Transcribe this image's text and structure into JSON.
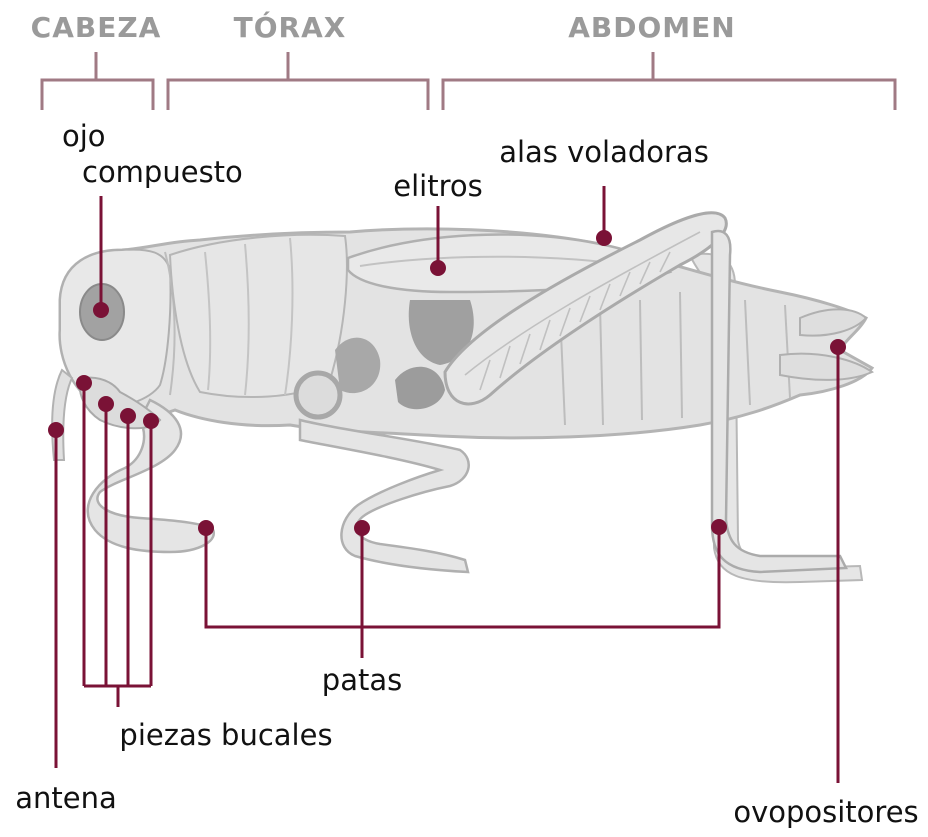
{
  "colors": {
    "accent": "#7a1236",
    "bracket": "#a07a84",
    "section_text": "#9a9a9a",
    "body_fill": "#e3e3e3",
    "body_stroke": "#b4b4b4",
    "dark_fill": "#9c9c9c",
    "label_text": "#111111"
  },
  "sections": [
    {
      "id": "cabeza",
      "label": "CABEZA"
    },
    {
      "id": "torax",
      "label": "TÓRAX"
    },
    {
      "id": "abdomen",
      "label": "ABDOMEN"
    }
  ],
  "labels": {
    "ojo_line1": "ojo",
    "ojo_line2": "compuesto",
    "alas": "alas voladoras",
    "elitros": "elitros",
    "patas": "patas",
    "piezas": "piezas bucales",
    "antena": "antena",
    "ovopositores": "ovopositores"
  }
}
